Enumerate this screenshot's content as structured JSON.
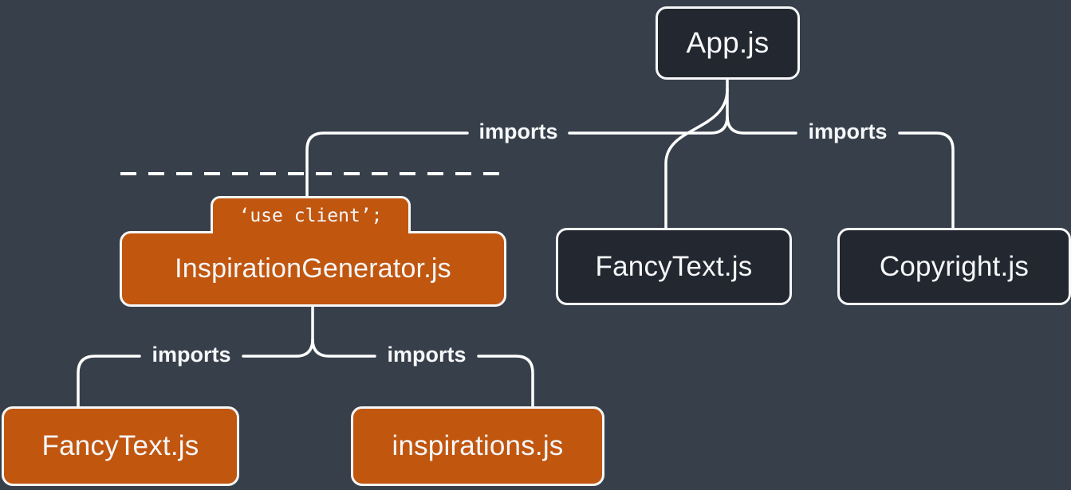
{
  "diagram": {
    "description": "Module dependency tree with a client boundary",
    "edge_word": "imports",
    "nodes": {
      "app": {
        "label": "App.js",
        "type": "server"
      },
      "fancytext_top": {
        "label": "FancyText.js",
        "type": "server"
      },
      "copyright": {
        "label": "Copyright.js",
        "type": "server"
      },
      "inspiration_generator": {
        "label": "InspirationGenerator.js",
        "type": "client",
        "directive": "‘use client’;"
      },
      "fancytext_bottom": {
        "label": "FancyText.js",
        "type": "client"
      },
      "inspirations": {
        "label": "inspirations.js",
        "type": "client"
      }
    },
    "edges": [
      {
        "from": "App.js",
        "to": "InspirationGenerator.js",
        "label": "imports"
      },
      {
        "from": "App.js",
        "to": "FancyText.js",
        "label": ""
      },
      {
        "from": "App.js",
        "to": "Copyright.js",
        "label": "imports"
      },
      {
        "from": "InspirationGenerator.js",
        "to": "FancyText.js",
        "label": "imports"
      },
      {
        "from": "InspirationGenerator.js",
        "to": "inspirations.js",
        "label": "imports"
      }
    ],
    "colors": {
      "background": "#37404a",
      "server_node_fill": "#23272f",
      "client_node_fill": "#c1560f",
      "node_border": "#f6f7f9",
      "line": "#ffffff",
      "text": "#f6f7f9"
    }
  }
}
